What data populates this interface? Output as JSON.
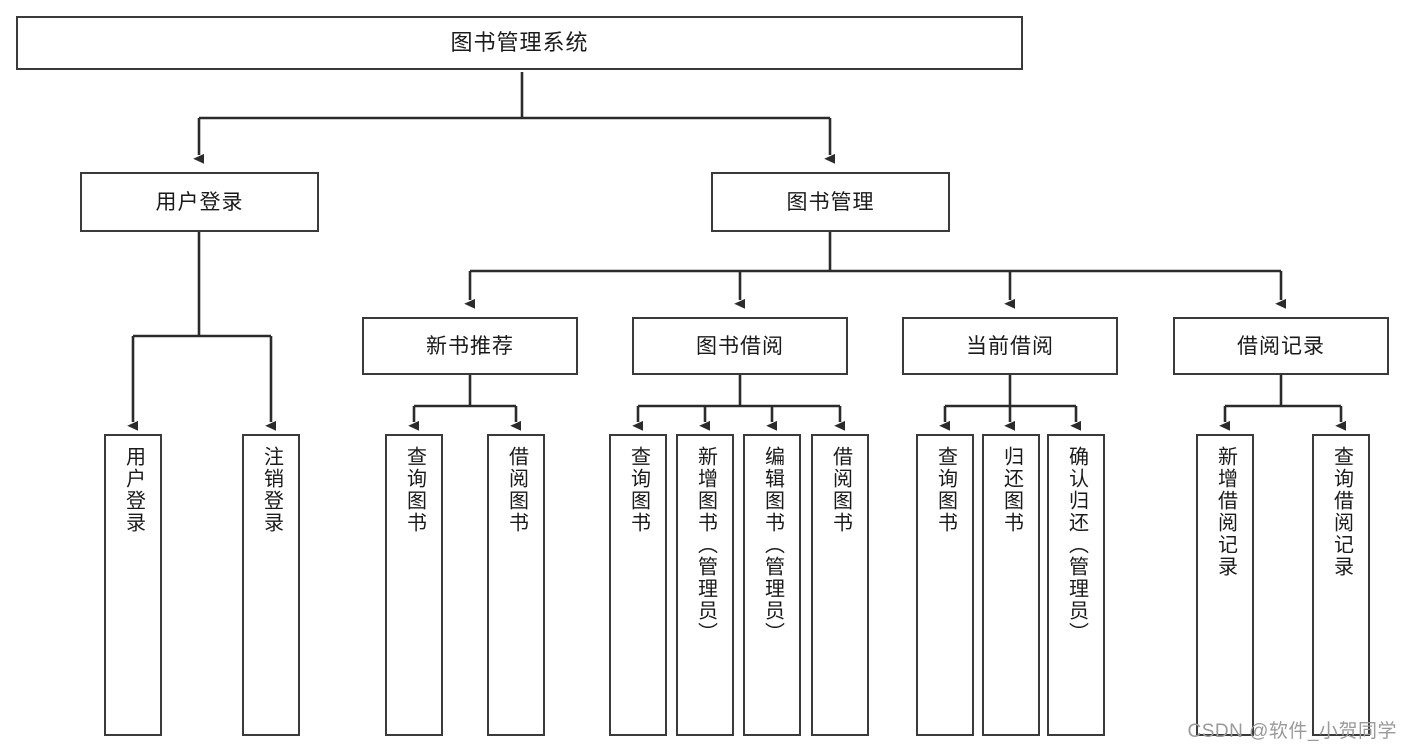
{
  "diagram": {
    "title": "图书管理系统",
    "type": "tree-hierarchy",
    "watermark": "CSDN @软件_小贺同学",
    "colors": {
      "box_border": "#3a3a3a",
      "box_fill": "#ffffff",
      "edge": "#2b2b2b",
      "text": "#1a1a1a",
      "watermark": "#9a9a9a",
      "background": "#ffffff"
    },
    "nodes": {
      "root": {
        "label": "图书管理系统"
      },
      "level1": [
        {
          "id": "user-login",
          "label": "用户登录"
        },
        {
          "id": "book-manage",
          "label": "图书管理"
        }
      ],
      "level2": [
        {
          "id": "new-book-recommend",
          "label": "新书推荐"
        },
        {
          "id": "book-borrow",
          "label": "图书借阅"
        },
        {
          "id": "current-borrow",
          "label": "当前借阅"
        },
        {
          "id": "borrow-record",
          "label": "借阅记录"
        }
      ],
      "leaves": {
        "user-login": [
          {
            "id": "leaf-user-login",
            "label": "用户登录"
          },
          {
            "id": "leaf-logout",
            "label": "注销登录"
          }
        ],
        "new-book-recommend": [
          {
            "id": "leaf-query-book-1",
            "label": "查询图书"
          },
          {
            "id": "leaf-borrow-book-1",
            "label": "借阅图书"
          }
        ],
        "book-borrow": [
          {
            "id": "leaf-query-book-2",
            "label": "查询图书"
          },
          {
            "id": "leaf-add-book",
            "label": "新增图书（管理员）"
          },
          {
            "id": "leaf-edit-book",
            "label": "编辑图书（管理员）"
          },
          {
            "id": "leaf-borrow-book-2",
            "label": "借阅图书"
          }
        ],
        "current-borrow": [
          {
            "id": "leaf-query-book-3",
            "label": "查询图书"
          },
          {
            "id": "leaf-return-book",
            "label": "归还图书"
          },
          {
            "id": "leaf-confirm-return",
            "label": "确认归还（管理员）"
          }
        ],
        "borrow-record": [
          {
            "id": "leaf-add-record",
            "label": "新增借阅记录"
          },
          {
            "id": "leaf-query-record",
            "label": "查询借阅记录"
          }
        ]
      }
    }
  }
}
